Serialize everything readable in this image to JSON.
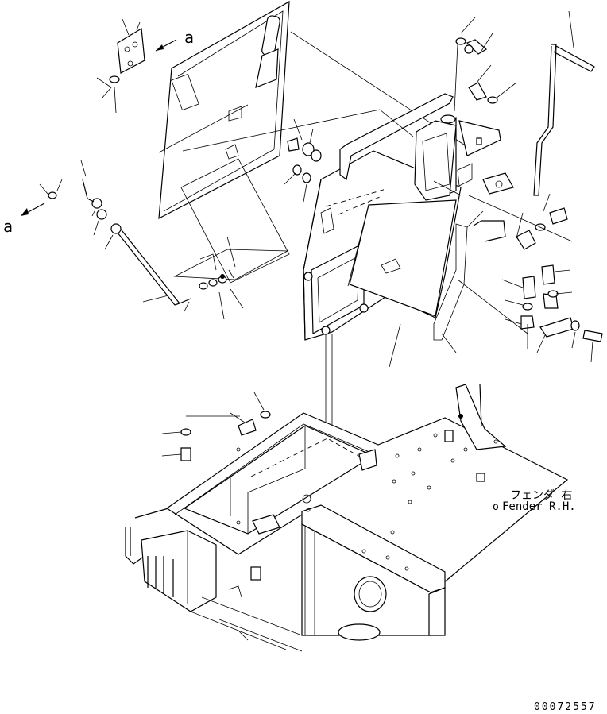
{
  "diagram": {
    "ref_label_top": "a",
    "ref_label_left": "a",
    "fender_label_jp": "フェンダ 右",
    "fender_label_en": "Fender R.H.",
    "fender_marker": "o",
    "drawing_number": "00072557"
  }
}
